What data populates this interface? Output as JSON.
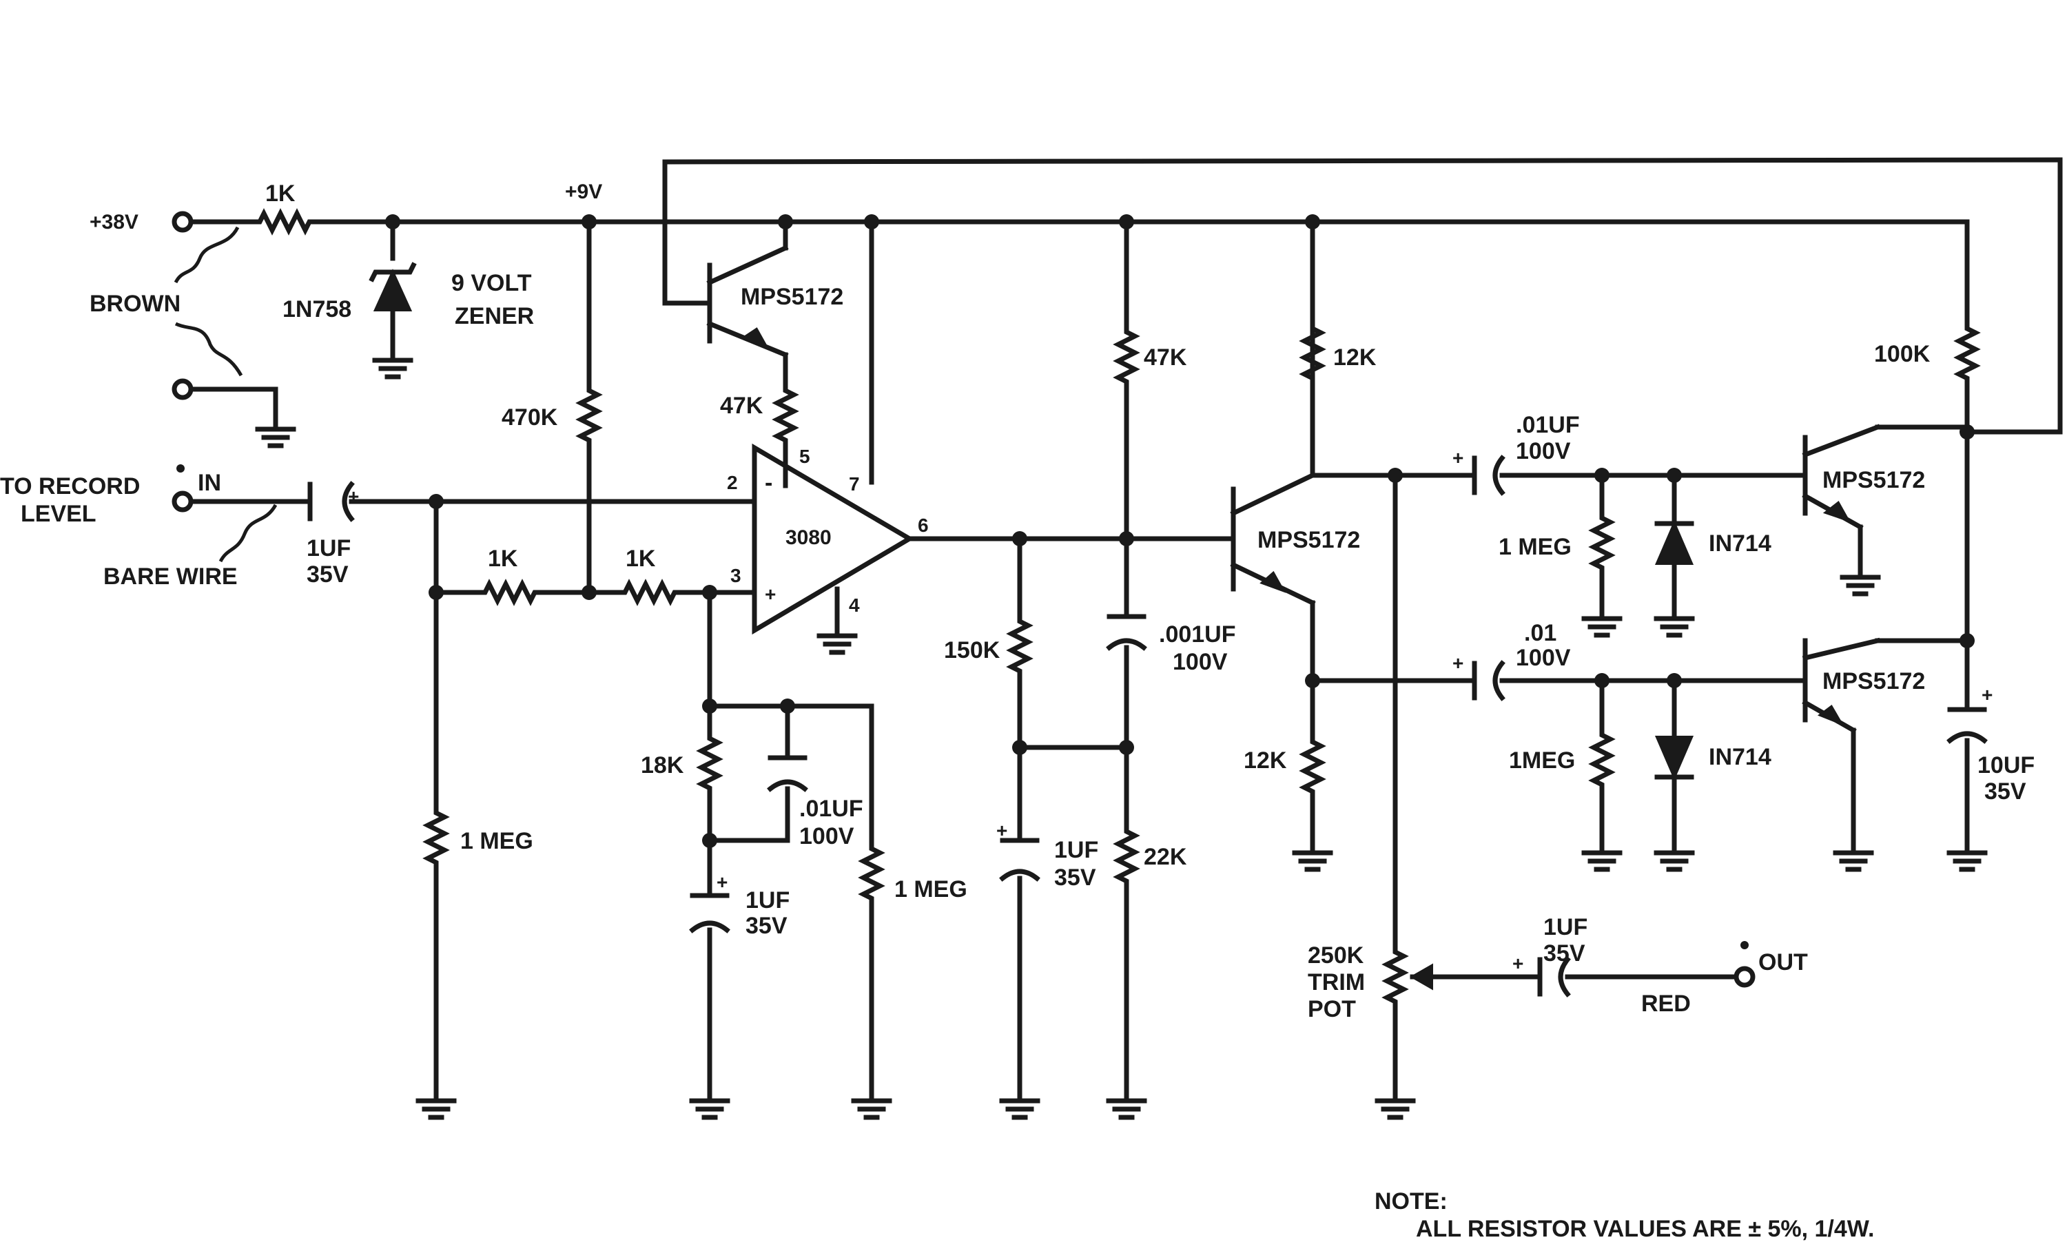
{
  "labels": {
    "v38": "+38V",
    "r_in_1k": "1K",
    "brown": "BROWN",
    "zener_part": "1N758",
    "zener_desc_1": "9 VOLT",
    "zener_desc_2": "ZENER",
    "v9": "+9V",
    "r_470k": "470K",
    "to_record_1": "TO RECORD",
    "to_record_2": "LEVEL",
    "in": "IN",
    "bare_wire": "BARE WIRE",
    "c_in_val": "1UF",
    "c_in_v": "35V",
    "r_bias_1k_a": "1K",
    "r_bias_1k_b": "1K",
    "r_1meg_in": "1 MEG",
    "q1": "MPS5172",
    "r_47k_q1": "47K",
    "opamp": "3080",
    "pin2": "2",
    "pin3": "3",
    "pin4": "4",
    "pin5": "5",
    "pin6": "6",
    "pin7": "7",
    "minus": "-",
    "plus": "+",
    "r_18k": "18K",
    "c_01_val": ".01UF",
    "c_01_v": "100V",
    "c_1uf_val": "1UF",
    "c_1uf_v": "35V",
    "r_1meg_mid": "1 MEG",
    "r_47k": "47K",
    "r_150k": "150K",
    "c_001_val": ".001UF",
    "c_001_v": "100V",
    "c_1uf2_val": "1UF",
    "c_1uf2_v": "35V",
    "r_22k": "22K",
    "q2": "MPS5172",
    "r_12k_top": "12K",
    "r_12k_bot": "12K",
    "c_top_val": ".01UF",
    "c_top_v": "100V",
    "c_bot_val": ".01",
    "c_bot_v": "100V",
    "r_1meg_top": "1 MEG",
    "r_1meg_bot": "1MEG",
    "d_top": "IN714",
    "d_bot": "IN714",
    "q3": "MPS5172",
    "q4": "MPS5172",
    "r_100k": "100K",
    "c_10uf_val": "10UF",
    "c_10uf_v": "35V",
    "pot_1": "250K",
    "pot_2": "TRIM",
    "pot_3": "POT",
    "c_out_val": "1UF",
    "c_out_v": "35V",
    "red": "RED",
    "out": "OUT",
    "note_1": "NOTE:",
    "note_2": "ALL RESISTOR VALUES ARE ± 5%, 1/4W."
  }
}
